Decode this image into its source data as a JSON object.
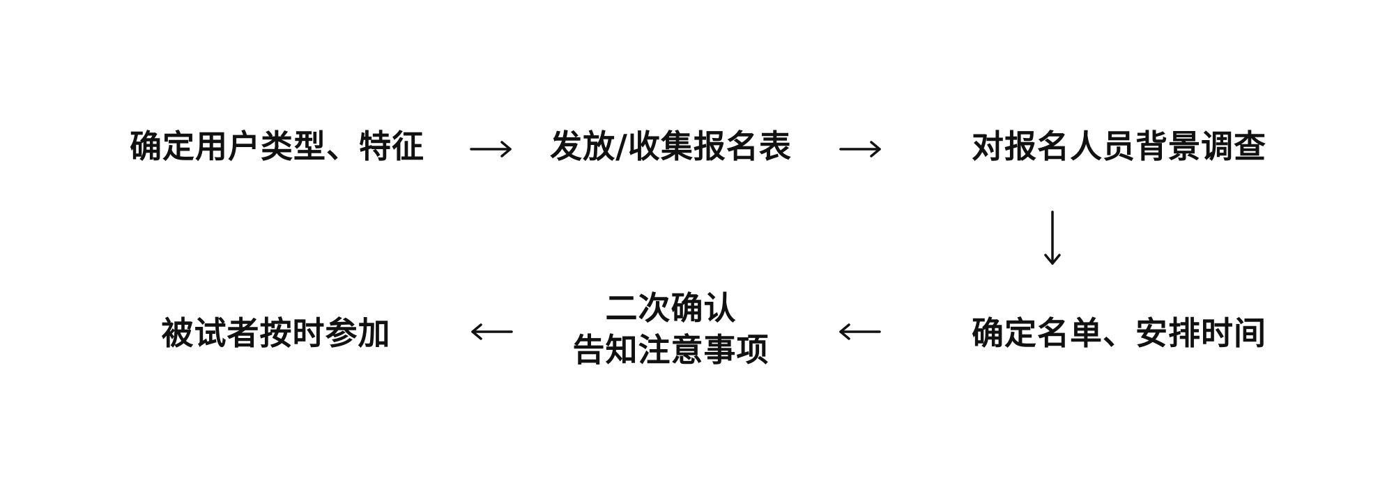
{
  "steps": {
    "define_users": "确定用户类型、特征",
    "distribute_forms": "发放/收集报名表",
    "background_check": "对报名人员背景调查",
    "finalize_schedule": "确定名单、安排时间",
    "reconfirm_line1": "二次确认",
    "reconfirm_line2": "告知注意事项",
    "participants_attend": "被试者按时参加"
  }
}
